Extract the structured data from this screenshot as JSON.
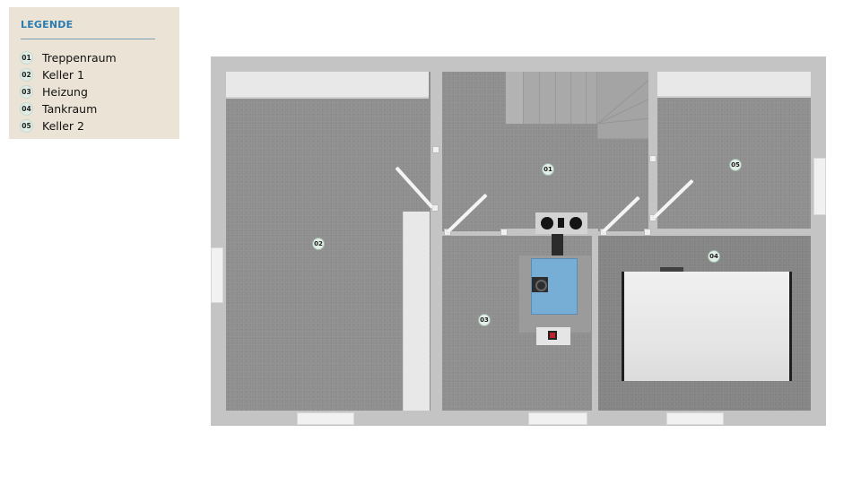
{
  "legend": {
    "title": "LEGENDE",
    "items": [
      {
        "number": "01",
        "label": "Treppenraum"
      },
      {
        "number": "02",
        "label": "Keller 1"
      },
      {
        "number": "03",
        "label": "Heizung"
      },
      {
        "number": "04",
        "label": "Tankraum"
      },
      {
        "number": "05",
        "label": "Keller 2"
      }
    ]
  },
  "plan": {
    "rooms": [
      {
        "number": "01",
        "name": "Treppenraum"
      },
      {
        "number": "02",
        "name": "Keller 1"
      },
      {
        "number": "03",
        "name": "Heizung"
      },
      {
        "number": "04",
        "name": "Tankraum"
      },
      {
        "number": "05",
        "name": "Keller 2"
      }
    ]
  },
  "colors": {
    "legend_bg": "#ebe4d6",
    "legend_title": "#2a7cb0",
    "wall": "#c4c4c4",
    "floor": "#8f8f8f",
    "boiler": "#77aed6"
  }
}
